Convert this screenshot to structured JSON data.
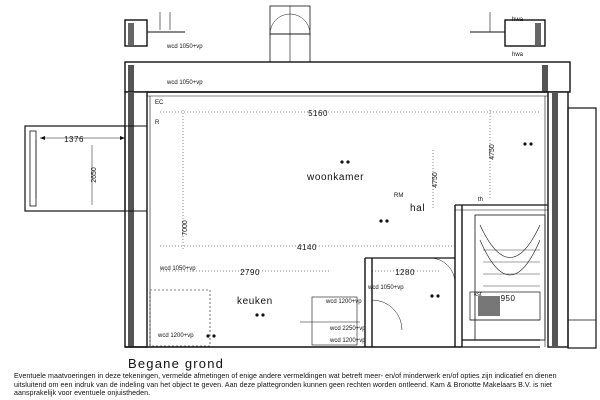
{
  "floor": {
    "title": "Begane grond",
    "disclaimer": "Eventuele maatvoeringen in deze tekeningen, vermelde afmetingen of enige andere vermeldingen wat betreft meer- en/of minderwerk en/of opties zijn indicatief en dienen uitsluitend om een indruk van de indeling van het object te geven. Aan deze plattegronden kunnen geen rechten worden ontleend. Kam & Bronotte Makelaars B.V. is niet aansprakelijk voor eventuele onjuistheden."
  },
  "rooms": {
    "living": "woonkamer",
    "kitchen": "keuken",
    "hall": "hal"
  },
  "dimensions": {
    "top_width": "5160",
    "middle_width": "4140",
    "kitchen_width": "2790",
    "hall_width": "1280",
    "bay_width": "1376",
    "bay_depth": "2650",
    "left_depth": "7000",
    "right_depth": "4750",
    "stair_width": "950"
  },
  "labels": {
    "hwa_top": "hwa",
    "hwa_mid": "hwa",
    "wcd_1": "wcd 1050+vp",
    "wcd_2": "wcd 1050+vp",
    "wcd_3": "wcd 1050+vp",
    "wcd_4": "wcd 1200+vp",
    "wcd_5": "wcd 1050+vp",
    "wcd_6": "wcd 1200+vp",
    "wcd_7": "wcd 2250+vp",
    "wcd_8": "wcd 1200+vp",
    "ec": "EC",
    "rm": "RM",
    "th": "th",
    "r": "R",
    "kst": "kst"
  }
}
